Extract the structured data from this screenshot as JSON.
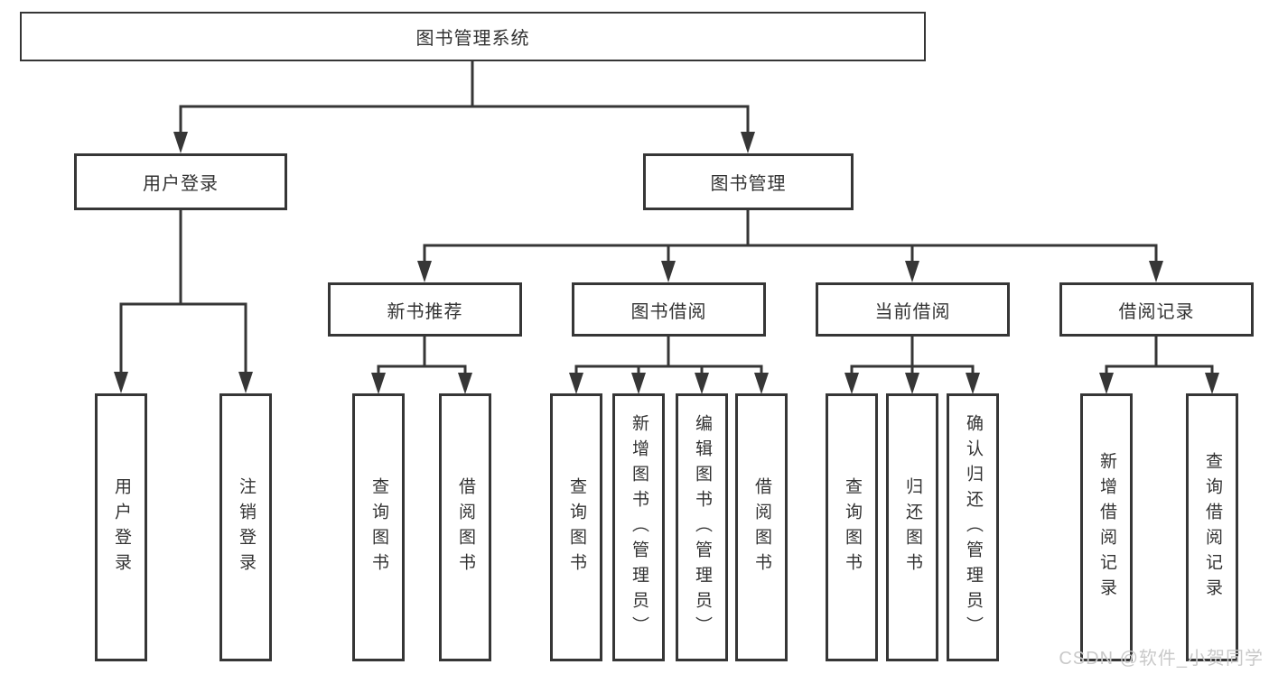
{
  "diagram": {
    "root": "图书管理系统",
    "branches": [
      {
        "label": "用户登录",
        "children": [
          "用户登录",
          "注销登录"
        ]
      },
      {
        "label": "图书管理",
        "sections": [
          {
            "label": "新书推荐",
            "children": [
              "查询图书",
              "借阅图书"
            ]
          },
          {
            "label": "图书借阅",
            "children": [
              "查询图书",
              "新增图书（管理员）",
              "编辑图书（管理员）",
              "借阅图书"
            ]
          },
          {
            "label": "当前借阅",
            "children": [
              "查询图书",
              "归还图书",
              "确认归还（管理员）"
            ]
          },
          {
            "label": "借阅记录",
            "children": [
              "新增借阅记录",
              "查询借阅记录"
            ]
          }
        ]
      }
    ]
  },
  "watermark": "CSDN @软件_小贺同学",
  "colors": {
    "line": "#363636",
    "box_border": "#363636",
    "box_fill": "#ffffff",
    "text": "#333333",
    "watermark": "#c9c9c9"
  }
}
